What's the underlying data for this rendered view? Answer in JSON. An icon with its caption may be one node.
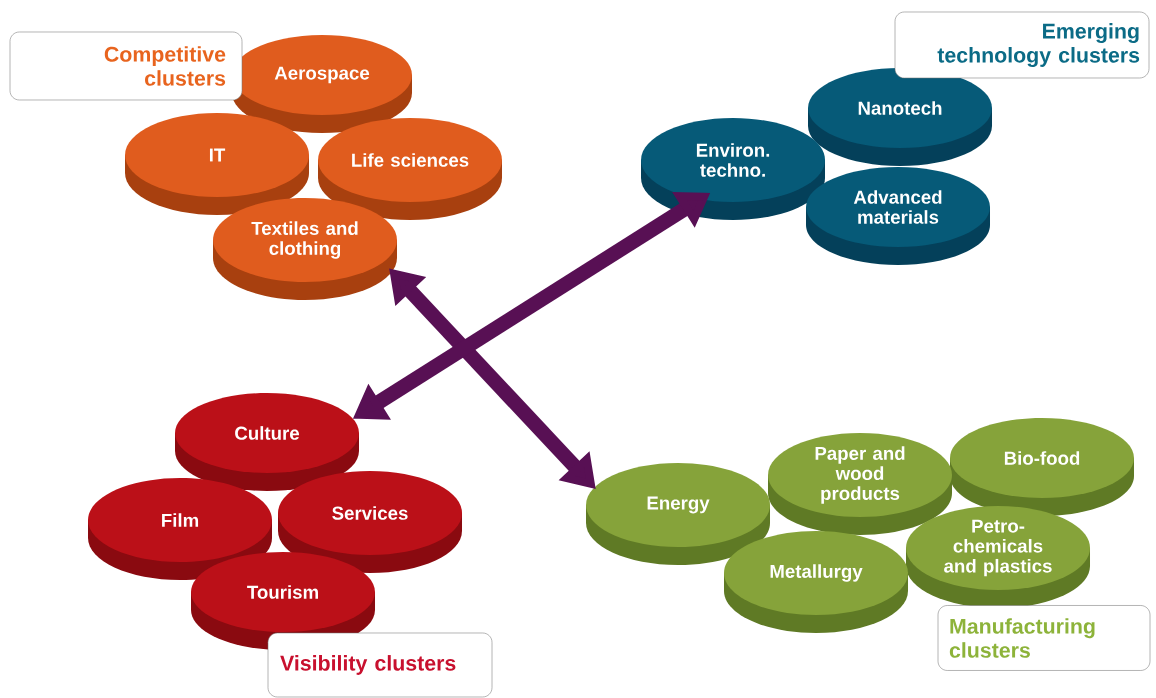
{
  "diagram": {
    "nodes": [
      {
        "text": [
          "Competitive clusters"
        ]
      },
      {
        "text": [
          "Aerospace"
        ]
      },
      {
        "text": [
          "IT"
        ]
      },
      {
        "text": [
          "Life sciences"
        ]
      },
      {
        "text": [
          "Textiles and clothing"
        ]
      },
      {
        "text": [
          "Emerging technology clusters"
        ]
      },
      {
        "text": [
          "Nanotech"
        ]
      },
      {
        "text": [
          "Environ. techno."
        ]
      },
      {
        "text": [
          "Advanced materials"
        ]
      },
      {
        "text": [
          "Culture"
        ]
      },
      {
        "text": [
          "Film"
        ]
      },
      {
        "text": [
          "Services"
        ]
      },
      {
        "text": [
          "Tourism"
        ]
      },
      {
        "text": [
          "Visibility clusters"
        ]
      },
      {
        "text": [
          "Paper and wood products"
        ]
      },
      {
        "text": [
          "Bio-food"
        ]
      },
      {
        "text": [
          "Energy"
        ]
      },
      {
        "text": [
          "Petro-chemicals and plastics"
        ]
      },
      {
        "text": [
          "Metallurgy"
        ]
      },
      {
        "text": [
          "Manufacturing clusters"
        ]
      }
    ],
    "edges": [
      {
        "from": 4,
        "to": 16,
        "arrow": "both"
      },
      {
        "from": 7,
        "to": 9,
        "arrow": "both"
      }
    ]
  }
}
